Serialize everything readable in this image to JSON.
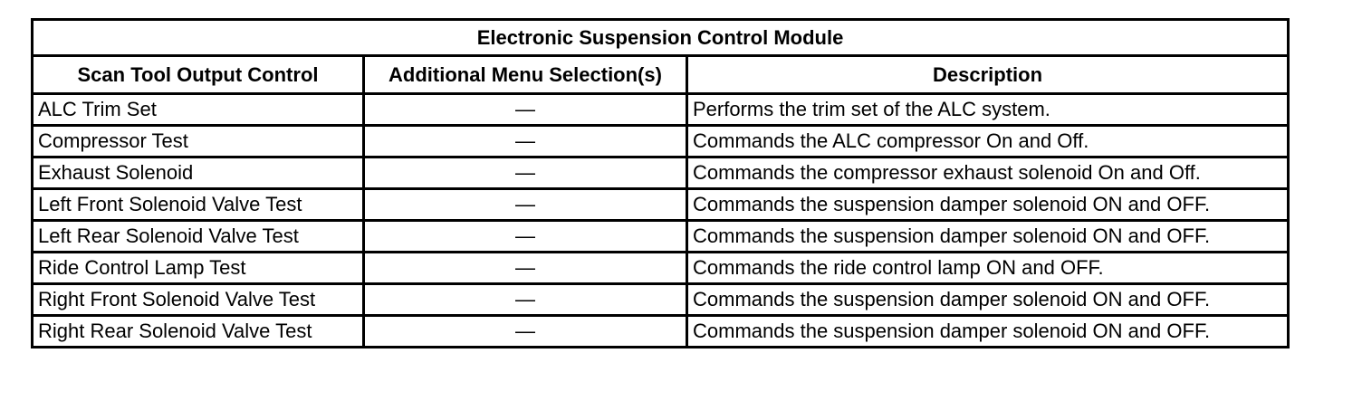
{
  "table": {
    "title": "Electronic Suspension Control Module",
    "headers": [
      "Scan Tool Output Control",
      "Additional Menu Selection(s)",
      "Description"
    ],
    "rows": [
      [
        "ALC Trim Set",
        "—",
        "Performs the trim set of the ALC system."
      ],
      [
        "Compressor Test",
        "—",
        "Commands the ALC compressor On and Off."
      ],
      [
        "Exhaust Solenoid",
        "—",
        "Commands the compressor exhaust solenoid On and Off."
      ],
      [
        "Left Front Solenoid Valve Test",
        "—",
        "Commands the suspension damper solenoid ON and OFF."
      ],
      [
        "Left Rear Solenoid Valve Test",
        "—",
        "Commands the suspension damper solenoid ON and OFF."
      ],
      [
        "Ride Control Lamp Test",
        "—",
        "Commands the ride control lamp ON and OFF."
      ],
      [
        "Right Front Solenoid Valve Test",
        "—",
        "Commands the suspension damper solenoid ON and OFF."
      ],
      [
        "Right Rear Solenoid Valve Test",
        "—",
        "Commands the suspension damper solenoid ON and OFF."
      ]
    ]
  }
}
